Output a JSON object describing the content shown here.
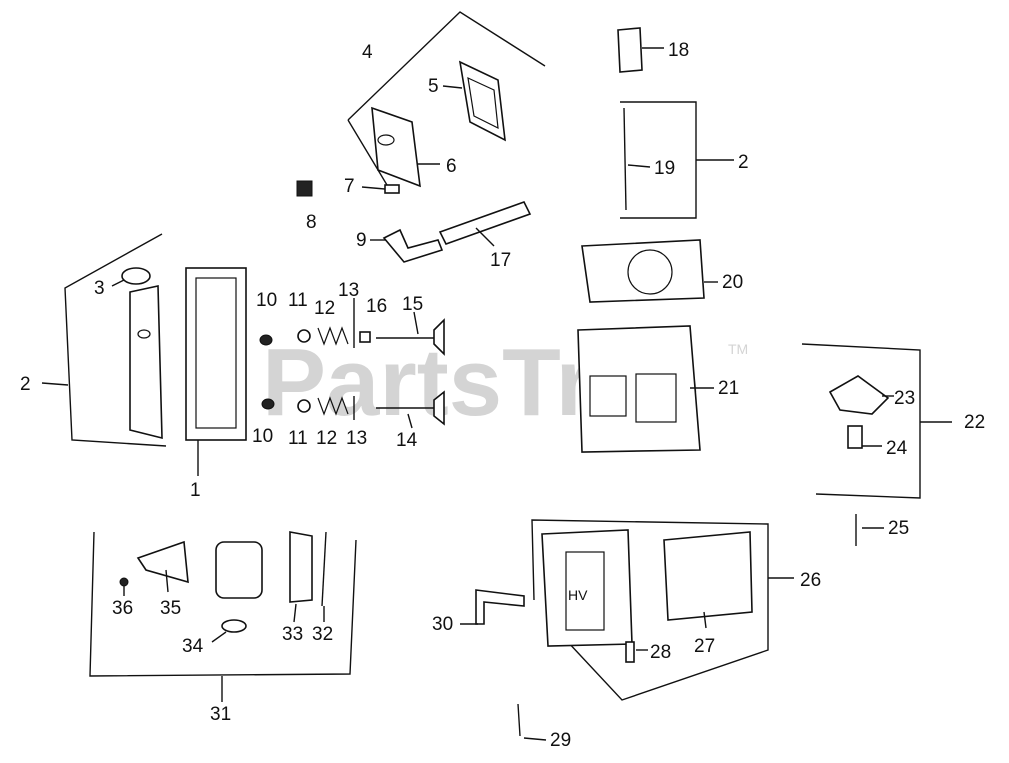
{
  "watermark": {
    "text": "PartsTree",
    "tm": "TM"
  },
  "labels": {
    "l1": "1",
    "l2": "2",
    "l3": "3",
    "l4": "4",
    "l5": "5",
    "l6": "6",
    "l7": "7",
    "l8": "8",
    "l9": "9",
    "l10a": "10",
    "l10b": "10",
    "l11a": "11",
    "l11b": "11",
    "l12a": "12",
    "l12b": "12",
    "l13a": "13",
    "l13b": "13",
    "l14": "14",
    "l15": "15",
    "l16": "16",
    "l17": "17",
    "l18": "18",
    "l19": "19",
    "l19r": "2",
    "l20": "20",
    "l21": "21",
    "l22": "22",
    "l23": "23",
    "l24": "24",
    "l25": "25",
    "l26": "26",
    "l27": "27",
    "l28": "28",
    "l29": "29",
    "l30": "30",
    "l31": "31",
    "l32": "32",
    "l33": "33",
    "l34": "34",
    "l35": "35",
    "l36": "36"
  },
  "cover_lettering": "HV"
}
